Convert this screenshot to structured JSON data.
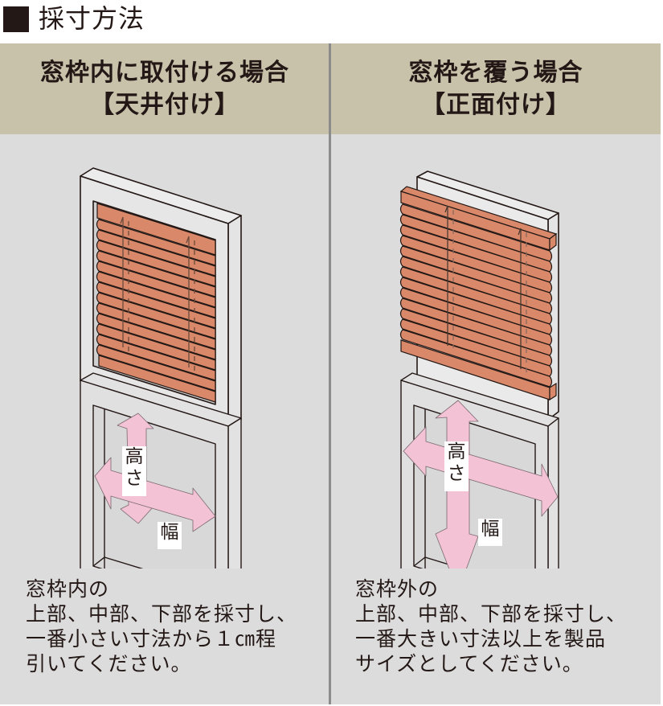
{
  "title": {
    "icon": "black-square-icon",
    "text": "採寸方法"
  },
  "colors": {
    "header_bg": "#c8c2ab",
    "panel_bg": "#dcdcdc",
    "divider": "#8c8c8c",
    "blind_slat": "#d9896a",
    "arrow_pink": "#f3c2d4",
    "line": "#231815"
  },
  "panels": [
    {
      "header": {
        "line1": "窓枠内に取付ける場合",
        "line2": "【天井付け】"
      },
      "labels": {
        "height": "高さ",
        "width": "幅"
      },
      "description": [
        "窓枠内の",
        "上部、中部、下部を採寸し、",
        "一番小さい寸法から１㎝程",
        "引いてください。"
      ]
    },
    {
      "header": {
        "line1": "窓枠を覆う場合",
        "line2": "【正面付け】"
      },
      "labels": {
        "height": "高さ",
        "width": "幅"
      },
      "description": [
        "窓枠外の",
        "上部、中部、下部を採寸し、",
        "一番大きい寸法以上を製品",
        "サイズとしてください。"
      ]
    }
  ]
}
